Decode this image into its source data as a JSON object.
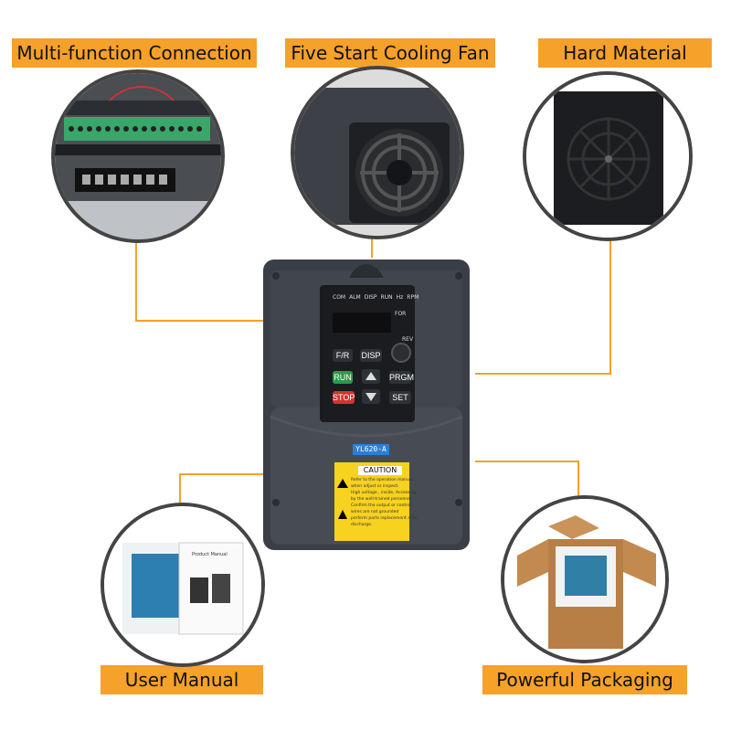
{
  "labels": {
    "multi_function": "Multi-function Connection",
    "cooling_fan": "Five Start Cooling Fan",
    "hard_material": "Hard Material",
    "user_manual": "User Manual",
    "packaging": "Powerful Packaging"
  },
  "device": {
    "led_indicators": [
      "COM",
      "ALM",
      "DISP",
      "RUN",
      "Hz",
      "RPM"
    ],
    "for_label": "FOR",
    "rev_label": "REV",
    "buttons": {
      "fr": "F/R",
      "disp": "DISP",
      "run": "RUN",
      "prgm": "PRGM",
      "stop": "STOP",
      "set": "SET"
    },
    "model": "YL620-A",
    "caution_title": "CAUTION",
    "caution_lines": [
      "Refer  to the operation manual",
      "when adjust or inspect.",
      "High voltage , inside, Accessing",
      "by the well-trained personnel.",
      "Confirm the output or control",
      "wires are not grounded",
      "perform parts replacement after",
      "discharge."
    ]
  },
  "manual": {
    "title": "Product Manual"
  },
  "colors": {
    "accent": "#f5a12a",
    "device_body": "#3a3f47",
    "run_button": "#2e9a4a",
    "stop_button": "#d33333",
    "caution_yellow": "#f7d21e"
  }
}
